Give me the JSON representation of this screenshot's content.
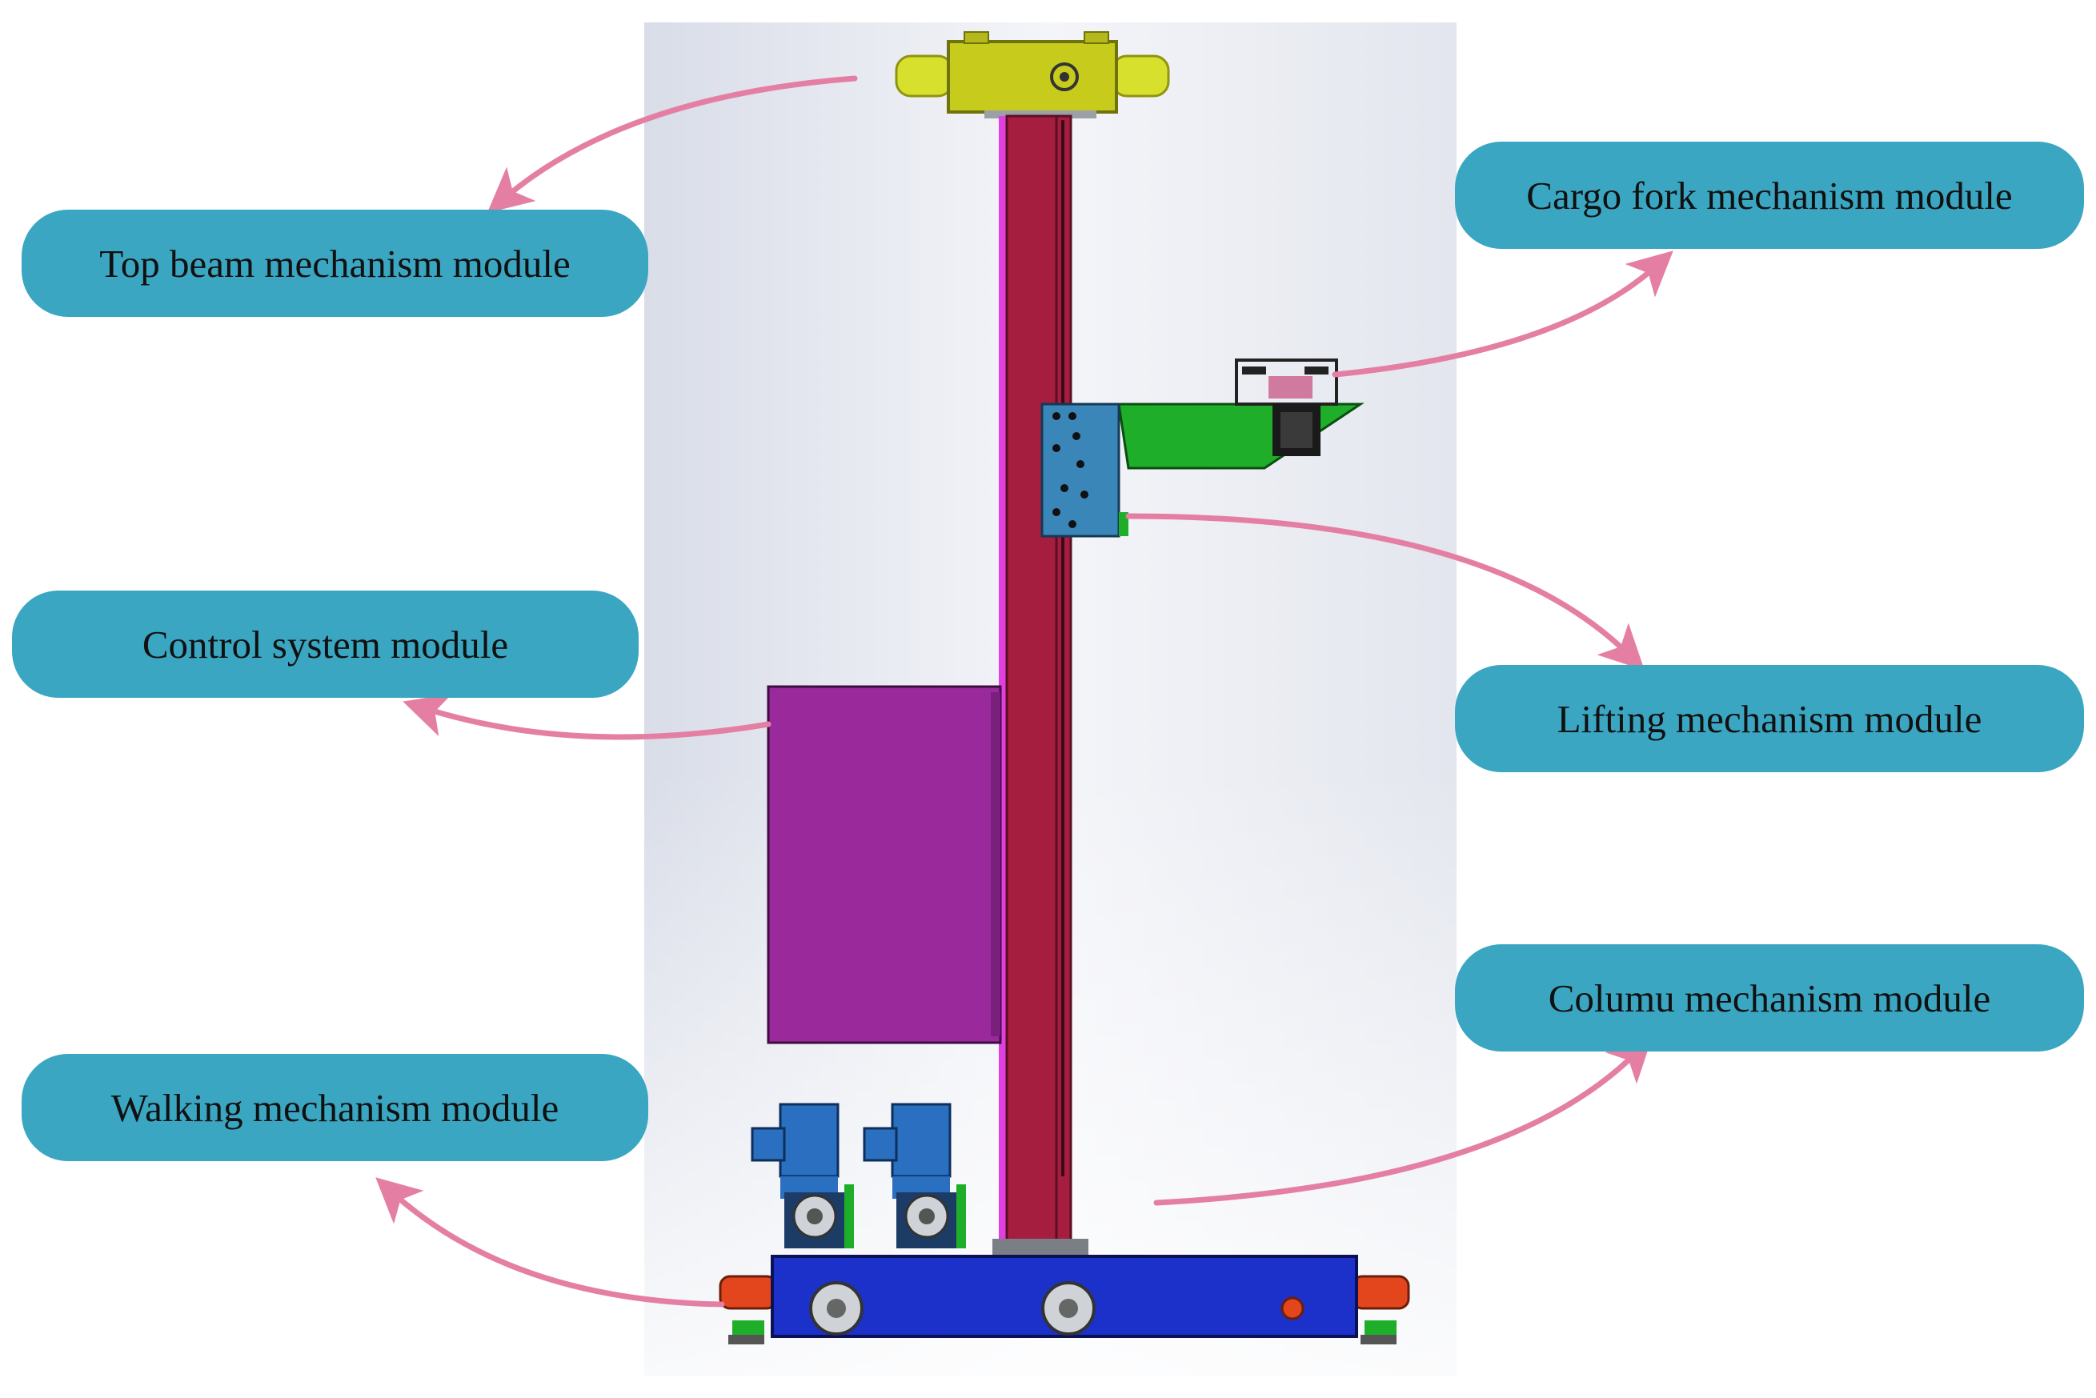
{
  "colors": {
    "label_fill": "#3aa6c2",
    "arrow": "#e47fa3",
    "top_beam": "#c7cb1c",
    "top_beam_ends": "#d7e02c",
    "column": "#a51d3f",
    "column_edge": "#e040e0",
    "control_box": "#9a2a9c",
    "fork_plate": "#3b86b8",
    "fork_arm": "#1fae2a",
    "base": "#1c31c9",
    "bumper": "#e3461c",
    "motor": "#2a6fc0"
  },
  "labels": {
    "top_beam": "Top beam mechanism module",
    "cargo_fork": "Cargo fork mechanism module",
    "control_system": "Control system module",
    "lifting": "Lifting mechanism module",
    "column": "Columu mechanism module",
    "walking": "Walking mechanism module"
  }
}
